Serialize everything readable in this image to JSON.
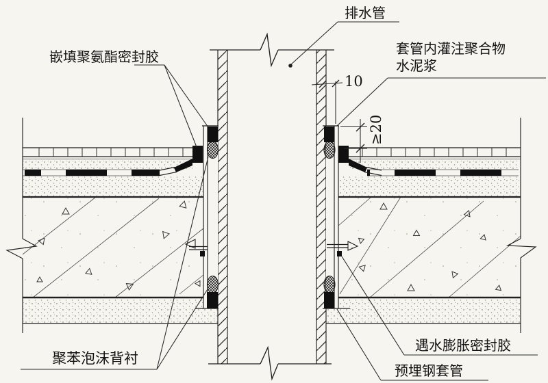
{
  "drawing": {
    "type": "construction-detail",
    "subject": "drain pipe penetration through floor slab with embedded steel sleeve waterproofing",
    "labels": {
      "drain_pipe": "排水管",
      "top_sealant": "嵌填聚氨酯密封胶",
      "grout_line1": "套管内灌注聚合物",
      "grout_line2": "水泥浆",
      "foam_backing": "聚苯泡沫背衬",
      "swelling_sealant": "遇水膨胀密封胶",
      "steel_sleeve": "预埋钢套管"
    },
    "dimensions": {
      "annular_gap": "10",
      "sleeve_protrusion": "≥20"
    },
    "colors": {
      "paper": "#f7f5f0",
      "ink": "#1f1f1f",
      "black_fill": "#101010",
      "stipple": "#8f8f8f"
    }
  }
}
